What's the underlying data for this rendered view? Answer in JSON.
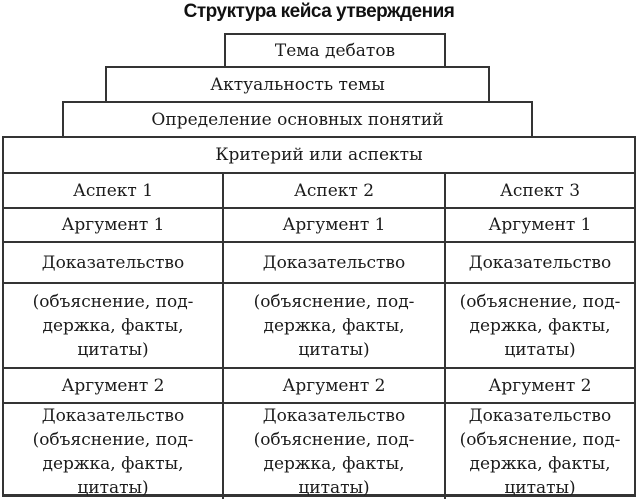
{
  "title": "Структура кейса утверждения",
  "colors": {
    "border": "#343434",
    "text": "#1b1b1b",
    "background": "#ffffff"
  },
  "pyramid": {
    "levels": [
      "Тема дебатов",
      "Актуальность темы",
      "Определение основных понятий"
    ]
  },
  "table": {
    "header": "Критерий или аспекты",
    "rows": [
      [
        "Аспект 1",
        "Аспект 2",
        "Аспект 3"
      ],
      [
        "Аргумент 1",
        "Аргумент 1",
        "Аргумент 1"
      ],
      [
        "Доказательство",
        "Доказательство",
        "Доказательство"
      ],
      [
        "(объяснение, под-\nдержка, факты,\nцитаты)",
        "(объяснение, под-\nдержка, факты,\nцитаты)",
        "(объяснение, под-\nдержка, факты,\nцитаты)"
      ],
      [
        "Аргумент 2",
        "Аргумент 2",
        "Аргумент 2"
      ],
      [
        "Доказательство\n(объяснение, под-\nдержка, факты,\nцитаты)",
        "Доказательство\n(объяснение, под-\nдержка, факты,\nцитаты)",
        "Доказательство\n(объяснение, под-\nдержка, факты,\nцитаты)"
      ]
    ]
  }
}
